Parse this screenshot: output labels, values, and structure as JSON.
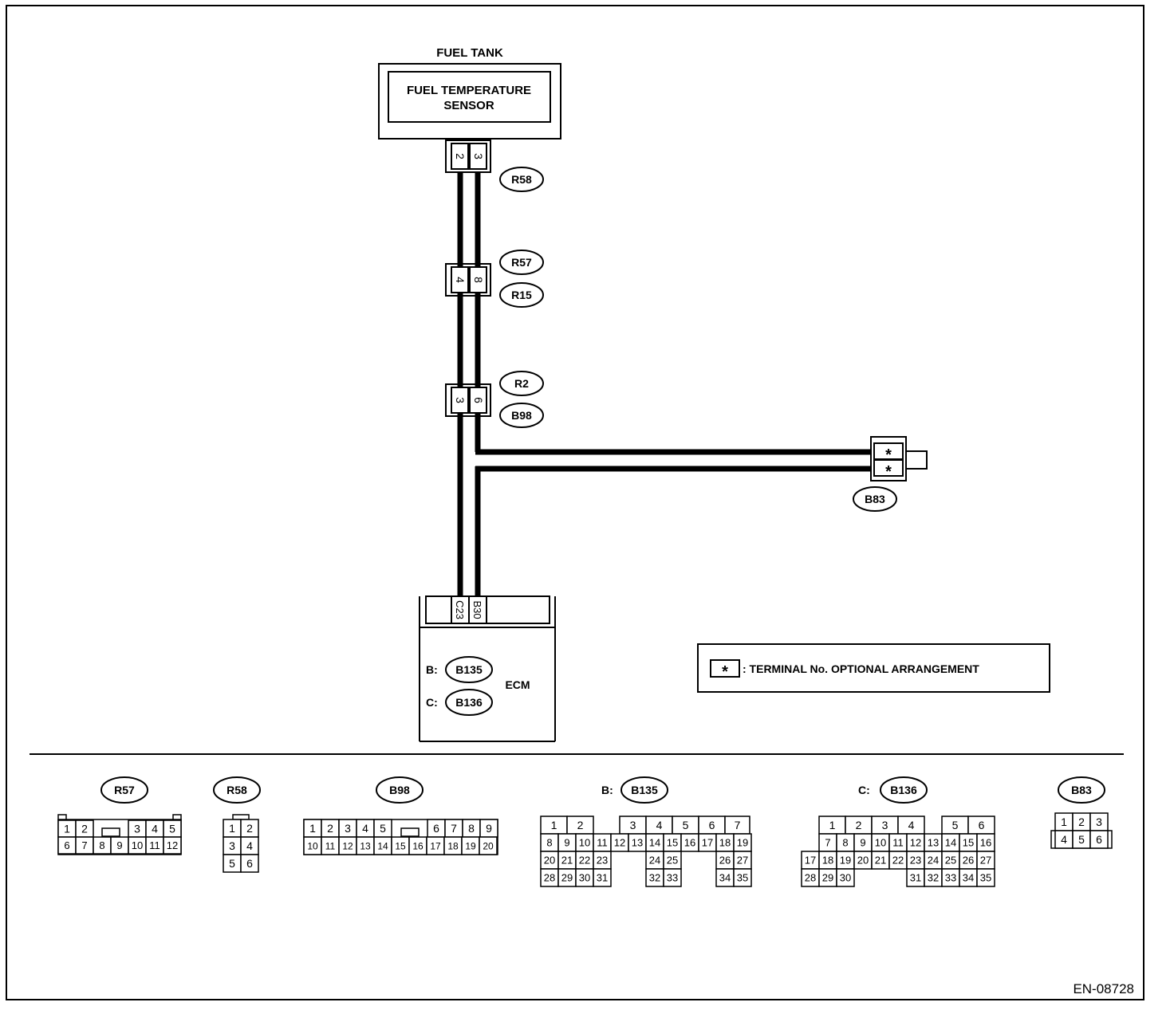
{
  "diagram": {
    "fuel_tank_label": "FUEL TANK",
    "sensor_line1": "FUEL TEMPERATURE",
    "sensor_line2": "SENSOR",
    "ecm_label": "ECM",
    "doc_id": "EN-08728",
    "legend_symbol": "*",
    "legend_text": ": TERMINAL No. OPTIONAL ARRANGEMENT",
    "connectors": {
      "r58": {
        "name": "R58",
        "pins": [
          "2",
          "3"
        ]
      },
      "r57": {
        "name": "R57",
        "pins": [
          "4",
          "8"
        ]
      },
      "r15": {
        "name": "R15"
      },
      "r2": {
        "name": "R2",
        "pins": [
          "3",
          "6"
        ]
      },
      "b98": {
        "name": "B98"
      },
      "b83": {
        "name": "B83",
        "pins": [
          "*",
          "*"
        ]
      },
      "ecm": {
        "pins": [
          "C23",
          "B30"
        ],
        "b_prefix": "B:",
        "b_name": "B135",
        "c_prefix": "C:",
        "c_name": "B136"
      }
    }
  },
  "connector_views": {
    "r57": {
      "title": "R57",
      "row1": [
        "1",
        "2",
        "3",
        "4",
        "5"
      ],
      "row2": [
        "6",
        "7",
        "8",
        "9",
        "10",
        "11",
        "12"
      ]
    },
    "r58": {
      "title": "R58",
      "rows": [
        [
          "1",
          "2"
        ],
        [
          "3",
          "4"
        ],
        [
          "5",
          "6"
        ]
      ]
    },
    "b98": {
      "title": "B98",
      "row1": [
        "1",
        "2",
        "3",
        "4",
        "5",
        "6",
        "7",
        "8",
        "9"
      ],
      "row2": [
        "10",
        "11",
        "12",
        "13",
        "14",
        "15",
        "16",
        "17",
        "18",
        "19",
        "20"
      ]
    },
    "b135": {
      "prefix": "B:",
      "title": "B135"
    },
    "b136": {
      "prefix": "C:",
      "title": "B136"
    },
    "b83": {
      "title": "B83",
      "row1": [
        "1",
        "2",
        "3"
      ],
      "row2": [
        "4",
        "5",
        "6"
      ]
    }
  }
}
